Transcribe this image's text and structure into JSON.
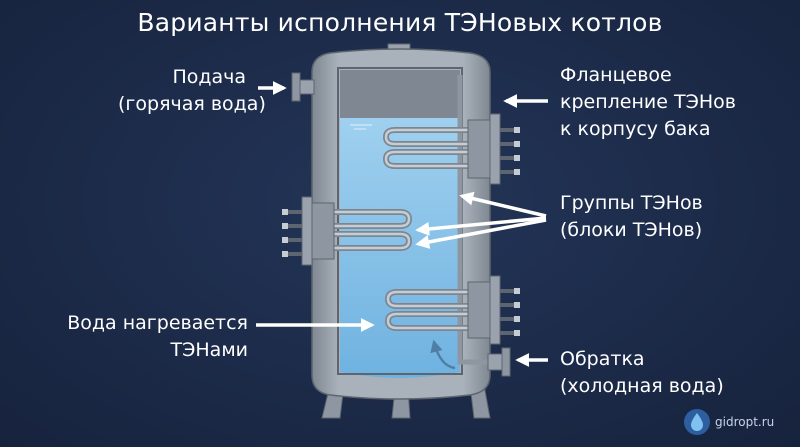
{
  "title": "Варианты исполнения ТЭНовых котлов",
  "labels": {
    "supply": [
      "Подача",
      "(горячая вода)"
    ],
    "flange": [
      "Фланцевое",
      "крепление ТЭНов",
      "к корпусу бака"
    ],
    "groups": [
      "Группы ТЭНов",
      "(блоки ТЭНов)"
    ],
    "water": [
      "Вода нагревается",
      "ТЭНами"
    ],
    "return": [
      "Обратка",
      "(холодная вода)"
    ]
  },
  "watermark": "gidropt.ru",
  "colors": {
    "background": "#1c2b49",
    "tank_shell": "#9aa3ad",
    "water": "#7fbde5",
    "element": "#b4bcc5",
    "arrow": "#ffffff"
  }
}
